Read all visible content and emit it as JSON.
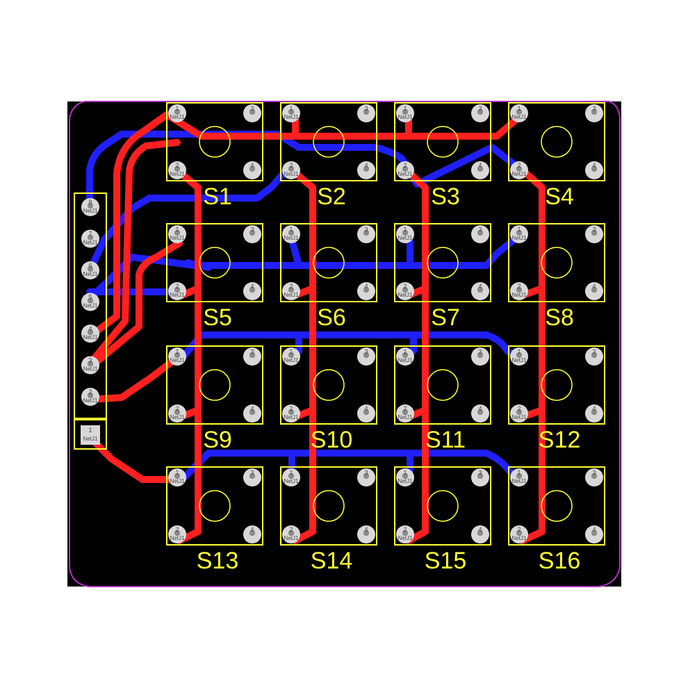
{
  "colors": {
    "background": "#ffffff",
    "board": "#000000",
    "outline": "#b030c0",
    "silkscreen": "#ffff33",
    "top_trace": "#ff2020",
    "bottom_trace": "#2020ff",
    "pad": "#d8d8d8",
    "pad_hole": "#8a8a8a"
  },
  "switches": [
    {
      "ref": "S1",
      "pad1": "1",
      "pad2": "2",
      "pad3": "3",
      "pad4": "4",
      "net1": "NetJ1",
      "net2": "NetJ1"
    },
    {
      "ref": "S2",
      "pad1": "1",
      "pad2": "2",
      "pad3": "3",
      "pad4": "4",
      "net1": "NetJ1",
      "net2": "NetJ1"
    },
    {
      "ref": "S3",
      "pad1": "1",
      "pad2": "2",
      "pad3": "3",
      "pad4": "4",
      "net1": "NetJ1",
      "net2": "NetJ1"
    },
    {
      "ref": "S4",
      "pad1": "1",
      "pad2": "2",
      "pad3": "3",
      "pad4": "4",
      "net1": "NetJ1",
      "net2": "NetJ1"
    },
    {
      "ref": "S5",
      "pad1": "1",
      "pad2": "2",
      "pad3": "3",
      "pad4": "4",
      "net1": "NetJ1",
      "net2": "NetJ1"
    },
    {
      "ref": "S6",
      "pad1": "1",
      "pad2": "2",
      "pad3": "3",
      "pad4": "4",
      "net1": "NetJ1",
      "net2": "NetJ1"
    },
    {
      "ref": "S7",
      "pad1": "1",
      "pad2": "2",
      "pad3": "3",
      "pad4": "4",
      "net1": "NetJ1",
      "net2": "NetJ1"
    },
    {
      "ref": "S8",
      "pad1": "1",
      "pad2": "2",
      "pad3": "3",
      "pad4": "4",
      "net1": "NetJ1",
      "net2": "NetJ1"
    },
    {
      "ref": "S9",
      "pad1": "1",
      "pad2": "2",
      "pad3": "3",
      "pad4": "4",
      "net1": "NetJ1",
      "net2": "NetJ1"
    },
    {
      "ref": "S10",
      "pad1": "1",
      "pad2": "2",
      "pad3": "3",
      "pad4": "4",
      "net1": "NetJ1",
      "net2": "NetJ1"
    },
    {
      "ref": "S11",
      "pad1": "1",
      "pad2": "2",
      "pad3": "3",
      "pad4": "4",
      "net1": "NetJ1",
      "net2": "NetJ1"
    },
    {
      "ref": "S12",
      "pad1": "1",
      "pad2": "2",
      "pad3": "3",
      "pad4": "4",
      "net1": "NetJ1",
      "net2": "NetJ1"
    },
    {
      "ref": "S13",
      "pad1": "1",
      "pad2": "2",
      "pad3": "3",
      "pad4": "4",
      "net1": "NetJ1",
      "net2": "NetJ1"
    },
    {
      "ref": "S14",
      "pad1": "1",
      "pad2": "2",
      "pad3": "3",
      "pad4": "4",
      "net1": "NetJ1",
      "net2": "NetJ1"
    },
    {
      "ref": "S15",
      "pad1": "1",
      "pad2": "2",
      "pad3": "3",
      "pad4": "4",
      "net1": "NetJ1",
      "net2": "NetJ1"
    },
    {
      "ref": "S16",
      "pad1": "1",
      "pad2": "2",
      "pad3": "3",
      "pad4": "4",
      "net1": "NetJ1",
      "net2": "NetJ1"
    }
  ],
  "connector_pins": [
    {
      "num": "8",
      "net": "NetJ1"
    },
    {
      "num": "7",
      "net": "NetJ1"
    },
    {
      "num": "6",
      "net": "NetJ1"
    },
    {
      "num": "5",
      "net": "NetJ1"
    },
    {
      "num": "4",
      "net": "NetJ1"
    },
    {
      "num": "3",
      "net": "NetJ1"
    },
    {
      "num": "2",
      "net": "NetJ1"
    },
    {
      "num": "1",
      "net": "NetJ1"
    }
  ]
}
